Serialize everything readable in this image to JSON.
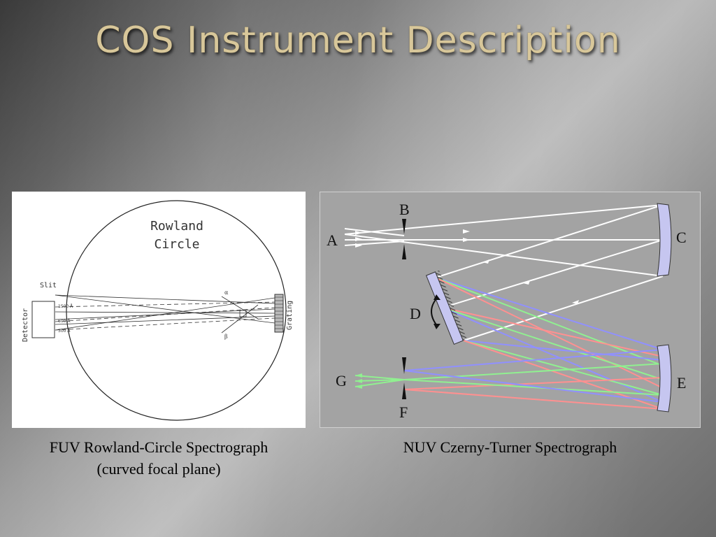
{
  "slide": {
    "title": "COS Instrument Description"
  },
  "rowland": {
    "circle_label_1": "Rowland",
    "circle_label_2": "Circle",
    "slit_label": "Slit",
    "detector_label": "Detector",
    "grating_label": "Grating",
    "alpha_label": "α",
    "beta_label": "β",
    "wavelength_1": "1500 Å",
    "wavelength_2": "600 Å",
    "wavelength_3": "300 Å",
    "caption_line_1": "FUV Rowland-Circle Spectrograph",
    "caption_line_2": "(curved focal plane)"
  },
  "czerny": {
    "label_a": "A",
    "label_b": "B",
    "label_c": "C",
    "label_d": "D",
    "label_e": "E",
    "label_f": "F",
    "label_g": "G",
    "caption": "NUV Czerny-Turner Spectrograph"
  },
  "colors": {
    "title": "#d8c79a",
    "czerny_bg": "#a3a3a3",
    "mirror_fill": "#c6c6f0",
    "ray_white": "#ffffff",
    "ray_green": "#90f090",
    "ray_blue": "#9090ff",
    "ray_red": "#ff9090"
  }
}
